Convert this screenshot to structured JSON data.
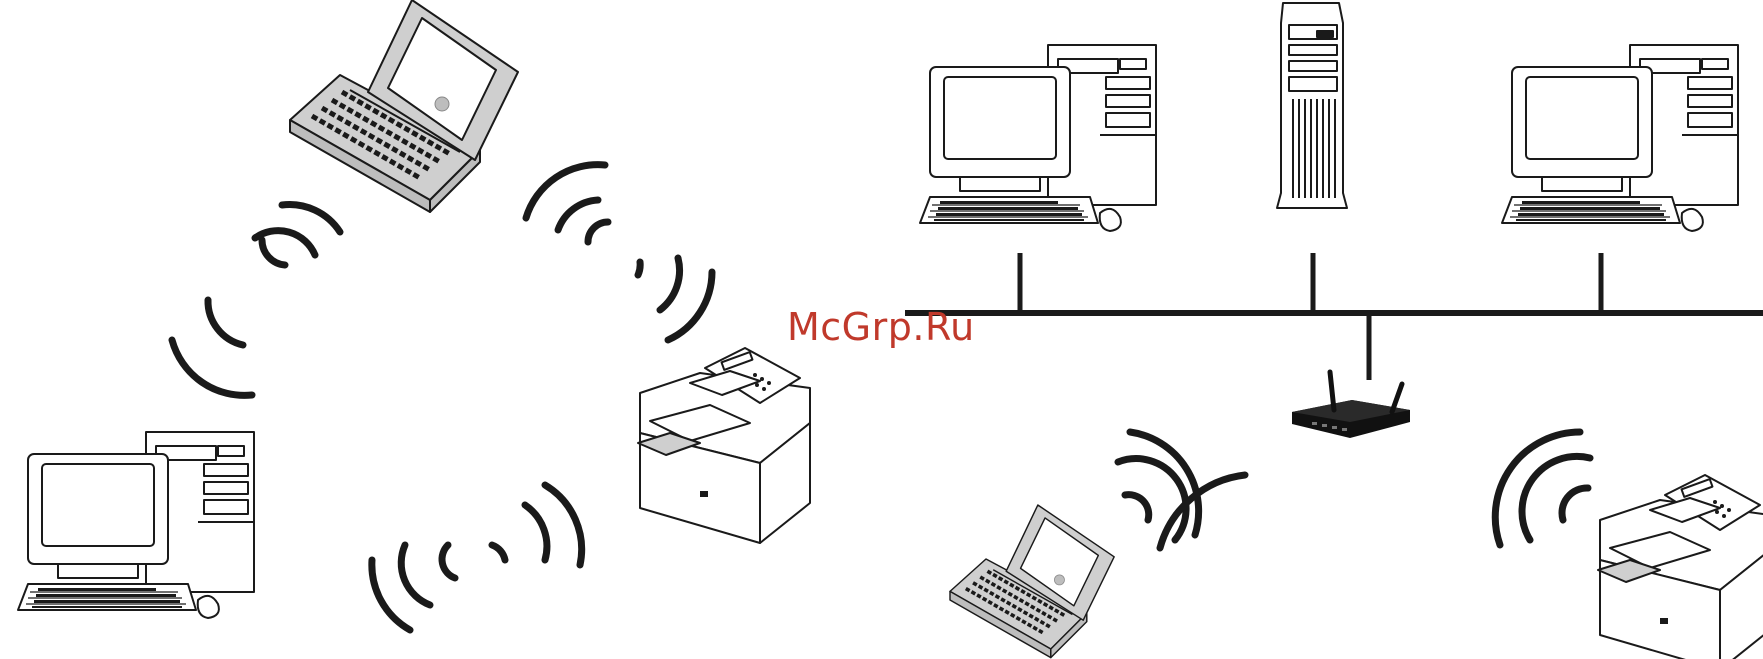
{
  "watermark": {
    "text": "McGrp.Ru",
    "color": "#c0392b"
  },
  "colors": {
    "stroke": "#1a1a1a",
    "fill_white": "#ffffff",
    "fill_grey": "#cfcfcf",
    "router": "#111111"
  },
  "devices": [
    {
      "id": "laptop-wireless-top",
      "kind": "laptop",
      "icon": "laptop-icon"
    },
    {
      "id": "desktop-wireless",
      "kind": "desktop",
      "icon": "desktop-computer-icon"
    },
    {
      "id": "printer-center",
      "kind": "printer",
      "icon": "printer-icon"
    },
    {
      "id": "desktop-wired-left",
      "kind": "desktop",
      "icon": "desktop-computer-icon"
    },
    {
      "id": "tower-server",
      "kind": "server",
      "icon": "server-tower-icon"
    },
    {
      "id": "desktop-wired-right",
      "kind": "desktop",
      "icon": "desktop-computer-icon"
    },
    {
      "id": "wireless-router",
      "kind": "router",
      "icon": "router-icon"
    },
    {
      "id": "laptop-wireless-bottom",
      "kind": "laptop",
      "icon": "laptop-icon"
    },
    {
      "id": "printer-right",
      "kind": "printer",
      "icon": "printer-icon"
    }
  ]
}
